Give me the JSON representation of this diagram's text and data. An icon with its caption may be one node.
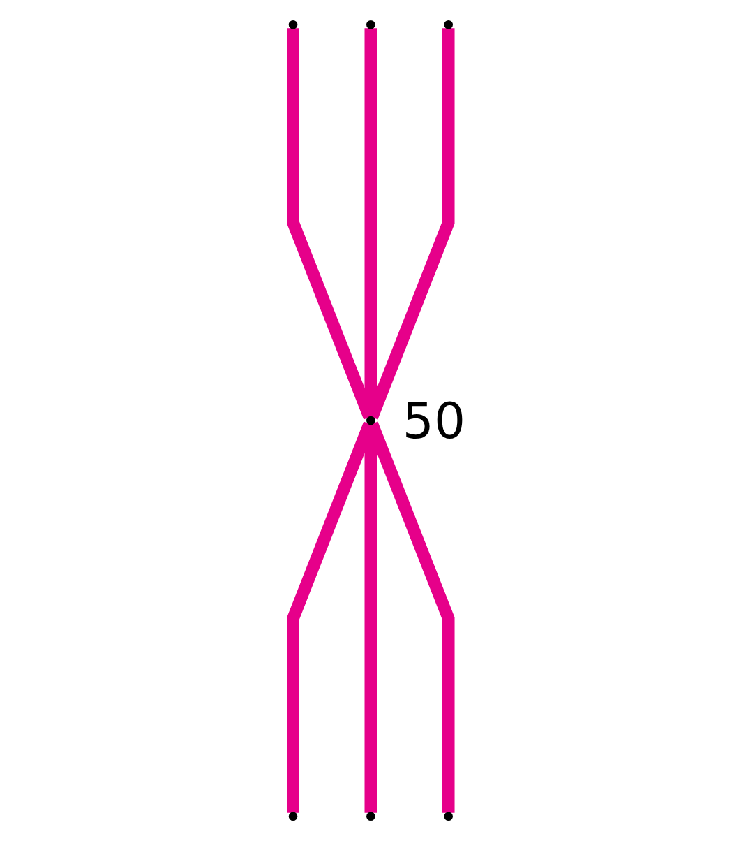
{
  "diagram": {
    "nodes": [
      {
        "text": [],
        "shape": "circle"
      },
      {
        "text": [],
        "shape": "circle"
      },
      {
        "text": [],
        "shape": "circle"
      },
      {
        "text": [],
        "shape": "circle",
        "beside": [
          "50"
        ]
      },
      {
        "text": [],
        "shape": "circle"
      },
      {
        "text": [],
        "shape": "circle"
      },
      {
        "text": [],
        "shape": "circle"
      }
    ],
    "edges": [
      {
        "from": 0,
        "to": 3,
        "arrow": "none"
      },
      {
        "from": 1,
        "to": 3,
        "arrow": "none"
      },
      {
        "from": 2,
        "to": 3,
        "arrow": "none"
      },
      {
        "from": 3,
        "to": 4,
        "arrow": "none"
      },
      {
        "from": 3,
        "to": 5,
        "arrow": "none"
      },
      {
        "from": 3,
        "to": 6,
        "arrow": "none"
      }
    ]
  }
}
